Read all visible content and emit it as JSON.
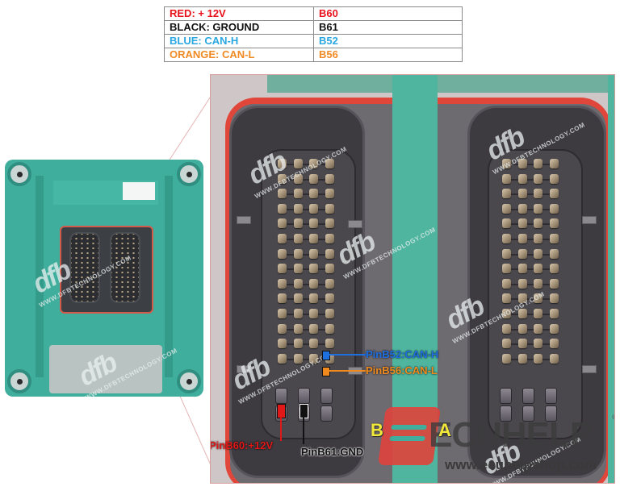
{
  "legend": {
    "rows": [
      {
        "label": "RED: + 12V",
        "pin": "B60",
        "color": "#e8121c"
      },
      {
        "label": "BLACK: GROUND",
        "pin": "B61",
        "color": "#111111"
      },
      {
        "label": "BLUE: CAN-H",
        "pin": "B52",
        "color": "#2aa6e0"
      },
      {
        "label": "ORANGE: CAN-L",
        "pin": "B56",
        "color": "#f08a24"
      }
    ]
  },
  "callouts": {
    "can_h": {
      "text": "PinB52:CAN-H",
      "color": "#1e6fe0"
    },
    "can_l": {
      "text": "PinB56:CAN-L",
      "color": "#f08a1e"
    },
    "power": {
      "text": "PinB60:+12V",
      "color": "#e01818"
    },
    "ground": {
      "text": "PinB61:GND",
      "color": "#111111"
    }
  },
  "connectors": {
    "left_label": "B",
    "right_label": "A"
  },
  "watermark": {
    "logo": "dfb",
    "url": "WWW.DFBTECHNOLOGY.COM"
  },
  "brand": {
    "name": "ECUHELP",
    "url": "www.ecuhelpshop.com",
    "registered": "®"
  }
}
